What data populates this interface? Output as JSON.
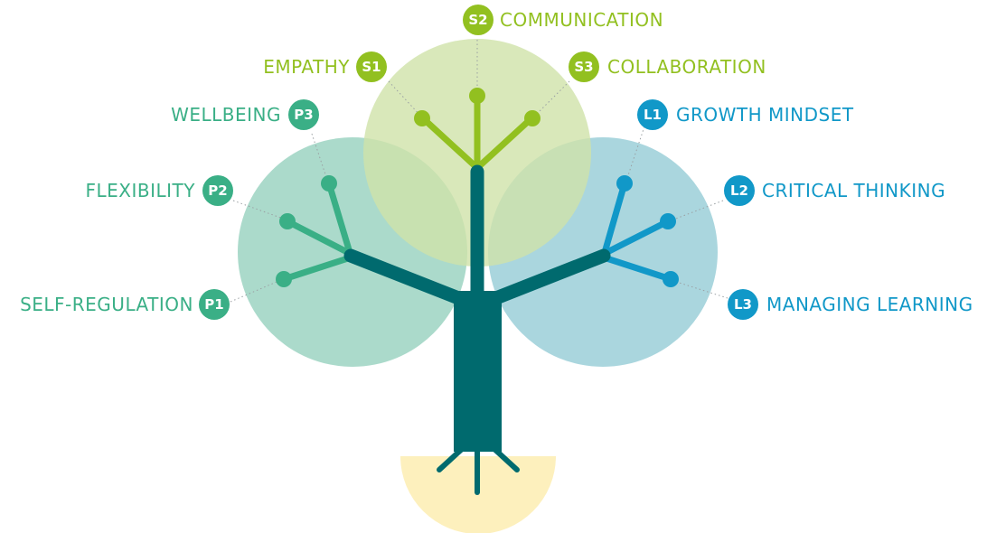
{
  "colors": {
    "personal": "#3aaf86",
    "social": "#92c020",
    "learning": "#1198c8",
    "trunk": "#006a6e",
    "circle_personal": "#a6d8c8",
    "circle_social": "#cfe2a9",
    "circle_learning": "#a5d4dc",
    "roots_ground": "#fdf0bd"
  },
  "competencies": [
    {
      "code": "P1",
      "label": "SELF-REGULATION",
      "group": "personal"
    },
    {
      "code": "P2",
      "label": "FLEXIBILITY",
      "group": "personal"
    },
    {
      "code": "P3",
      "label": "WELLBEING",
      "group": "personal"
    },
    {
      "code": "S1",
      "label": "EMPATHY",
      "group": "social"
    },
    {
      "code": "S2",
      "label": "COMMUNICATION",
      "group": "social"
    },
    {
      "code": "S3",
      "label": "COLLABORATION",
      "group": "social"
    },
    {
      "code": "L1",
      "label": "GROWTH MINDSET",
      "group": "learning"
    },
    {
      "code": "L2",
      "label": "CRITICAL THINKING",
      "group": "learning"
    },
    {
      "code": "L3",
      "label": "MANAGING LEARNING",
      "group": "learning"
    }
  ]
}
